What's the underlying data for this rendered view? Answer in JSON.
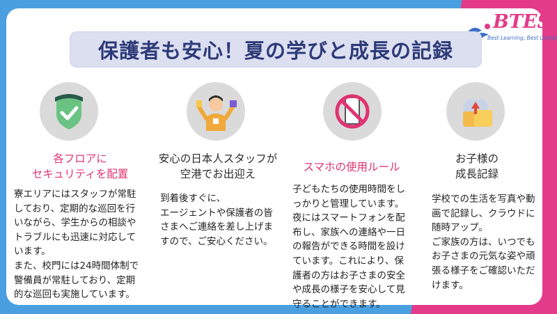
{
  "title": "保護者も安心！夏の学びと成長の記録",
  "logo": {
    "text": "BTES",
    "tagline": "Best Learning, Best Living!"
  },
  "features": [
    {
      "icon": "shield-check-icon",
      "title_lines": [
        "各フロアに",
        "セキュリティを配置"
      ],
      "body_lines": [
        "寮エリアにはスタッフが常駐",
        "しており、定期的な巡回を行",
        "いながら、学生からの相談や",
        "トラブルにも迅速に対応して",
        "います。",
        "また、校門には24時間体制で",
        "警備員が常駐しており、定期",
        "的な巡回も実施しています。"
      ]
    },
    {
      "icon": "staff-greeting-icon",
      "title_lines": [
        "安心の日本人スタッフが",
        "空港でお出迎え"
      ],
      "body_lines": [
        "到着後すぐに、",
        "エージェントや保護者の皆",
        "さまへご連絡を差し上げま",
        "すので、ご安心ください。"
      ]
    },
    {
      "icon": "no-smartphone-icon",
      "title_lines": [
        "スマホの使用ルール"
      ],
      "body_lines": [
        "子どもたちの使用時間をし",
        "っかりと管理しています。",
        "夜にはスマートフォンを配",
        "布し、家族への連絡や一日",
        "の報告ができる時間を設け",
        "ています。これにより、保",
        "護者の方はお子さまの安全",
        "や成長の様子を安心して見",
        "守ることができます。"
      ]
    },
    {
      "icon": "cloud-photo-icon",
      "title_lines": [
        "お子様の",
        "成長記録"
      ],
      "body_lines": [
        "学校での生活を写真や動",
        "画で記録し、クラウドに",
        "随時アップ。",
        "ご家族の方は、いつでも",
        "お子さまの元気な姿や頑",
        "張る様子をご確認いただ",
        "けます。"
      ]
    }
  ],
  "colors": {
    "accent_pink": "#e33b8a",
    "title_navy": "#2c3a78",
    "bg_blue": "#4a9fe0"
  }
}
